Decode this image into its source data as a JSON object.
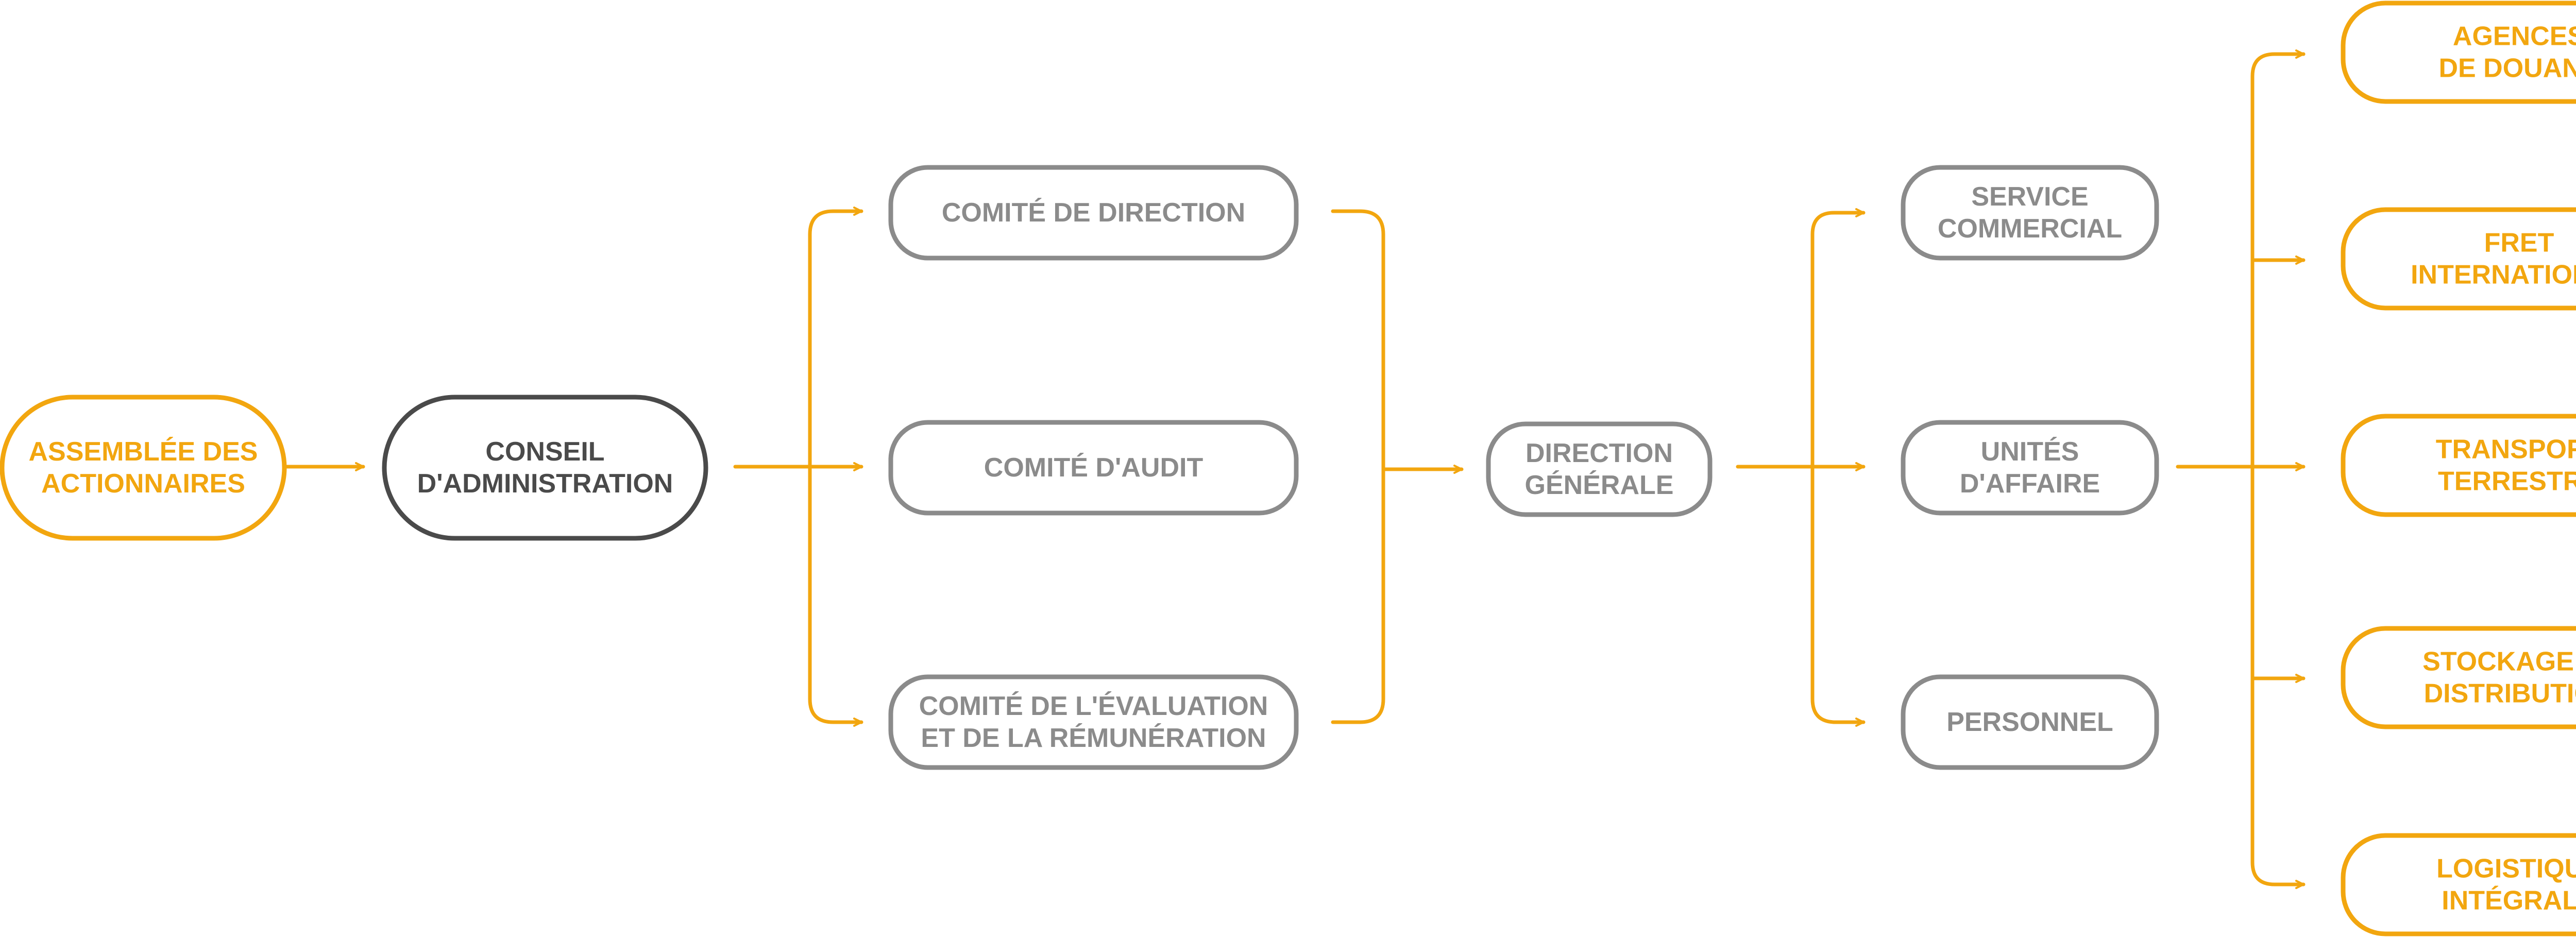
{
  "colors": {
    "accent": "#f2a60f",
    "gray": "#8b8b8b",
    "dark": "#4a4a4a",
    "background": "#ffffff"
  },
  "nodes": {
    "assemblee": {
      "lines": [
        "ASSEMBLÉE DES",
        "ACTIONNAIRES"
      ]
    },
    "conseil": {
      "lines": [
        "CONSEIL",
        "D'ADMINISTRATION"
      ]
    },
    "comite_direction": {
      "lines": [
        "COMITÉ DE DIRECTION"
      ]
    },
    "comite_audit": {
      "lines": [
        "COMITÉ D'AUDIT"
      ]
    },
    "comite_evaluation": {
      "lines": [
        "COMITÉ DE L'ÉVALUATION",
        "ET DE LA RÉMUNÉRATION"
      ]
    },
    "direction_generale": {
      "lines": [
        "DIRECTION",
        "GÉNÉRALE"
      ]
    },
    "service_commercial": {
      "lines": [
        "SERVICE",
        "COMMERCIAL"
      ]
    },
    "unites_affaire": {
      "lines": [
        "UNITÉS",
        "D'AFFAIRE"
      ]
    },
    "personnel": {
      "lines": [
        "PERSONNEL"
      ]
    },
    "agences_douane": {
      "lines": [
        "AGENCES",
        "DE DOUANE"
      ]
    },
    "fret_international": {
      "lines": [
        "FRET",
        "INTERNATIONAL"
      ]
    },
    "transport_terrestre": {
      "lines": [
        "TRANSPORT",
        "TERRESTRE"
      ]
    },
    "stockage_distribution": {
      "lines": [
        "STOCKAGE ET",
        "DISTRIBUTION"
      ]
    },
    "logistique_integrale": {
      "lines": [
        "LOGISTIQUE",
        "INTÉGRALE"
      ]
    }
  }
}
